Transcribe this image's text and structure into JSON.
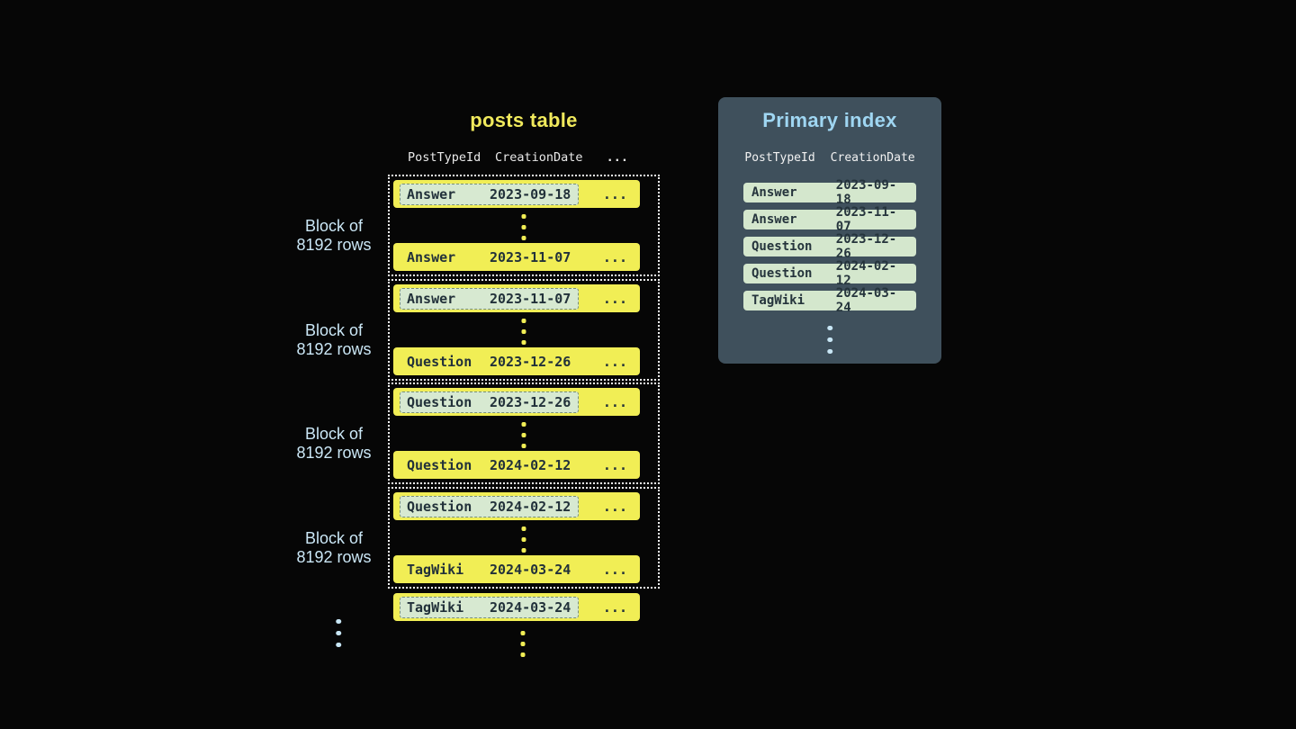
{
  "colors": {
    "background": "#060606",
    "row_yellow": "#f1ee55",
    "row_text_dark": "#22313a",
    "highlight_mint": "#d7e9d1",
    "block_label_blue": "#cbe7f6",
    "panel_background": "#3f505c",
    "panel_title_blue": "#9fd6f2",
    "header_text": "#e9e9e9",
    "block_border": "#f5f5f5"
  },
  "posts_table": {
    "title": "posts table",
    "col_headers": {
      "col1": "PostTypeId",
      "col2": "CreationDate",
      "ellipsis": "..."
    },
    "row_ellipsis": "...",
    "block_label": {
      "line1": "Block of",
      "line2": "8192 rows"
    },
    "blocks": [
      {
        "first_row": {
          "post_type": "Answer",
          "creation_date": "2023-09-18"
        },
        "last_row": {
          "post_type": "Answer",
          "creation_date": "2023-11-07"
        }
      },
      {
        "first_row": {
          "post_type": "Answer",
          "creation_date": "2023-11-07"
        },
        "last_row": {
          "post_type": "Question",
          "creation_date": "2023-12-26"
        }
      },
      {
        "first_row": {
          "post_type": "Question",
          "creation_date": "2023-12-26"
        },
        "last_row": {
          "post_type": "Question",
          "creation_date": "2024-02-12"
        }
      },
      {
        "first_row": {
          "post_type": "Question",
          "creation_date": "2024-02-12"
        },
        "last_row": {
          "post_type": "TagWiki",
          "creation_date": "2024-03-24"
        }
      }
    ],
    "overflow_row": {
      "post_type": "TagWiki",
      "creation_date": "2024-03-24"
    }
  },
  "primary_index": {
    "title": "Primary index",
    "col_headers": {
      "col1": "PostTypeId",
      "col2": "CreationDate"
    },
    "entries": [
      {
        "post_type": "Answer",
        "creation_date": "2023-09-18"
      },
      {
        "post_type": "Answer",
        "creation_date": "2023-11-07"
      },
      {
        "post_type": "Question",
        "creation_date": "2023-12-26"
      },
      {
        "post_type": "Question",
        "creation_date": "2024-02-12"
      },
      {
        "post_type": "TagWiki",
        "creation_date": "2024-03-24"
      }
    ]
  }
}
